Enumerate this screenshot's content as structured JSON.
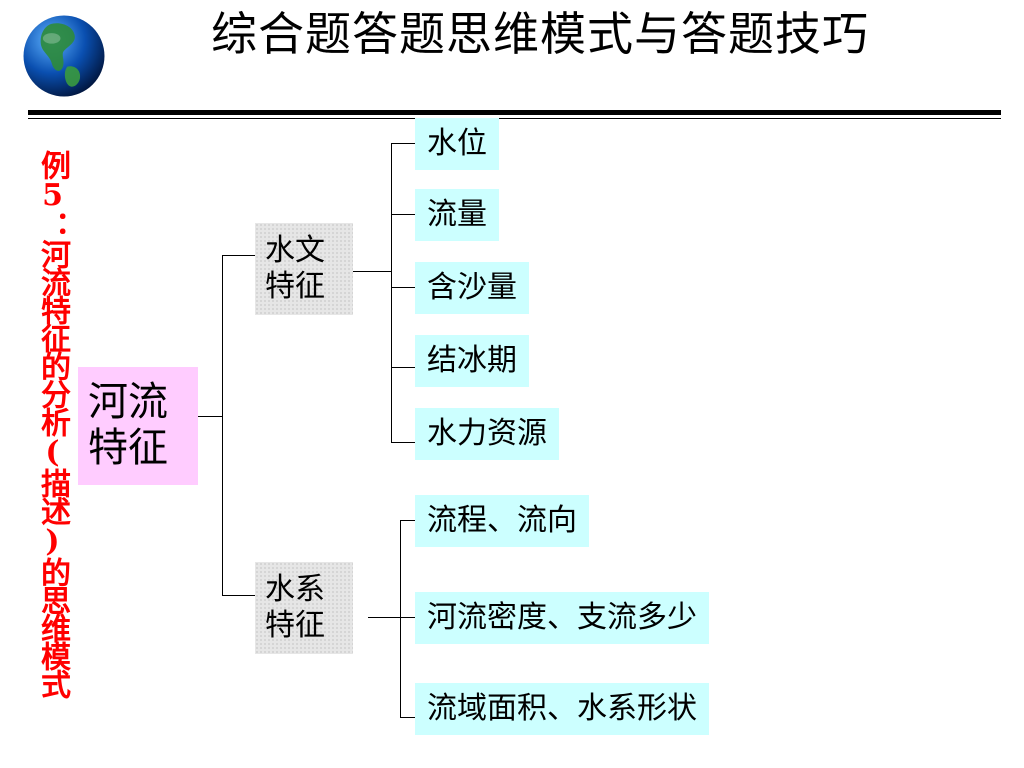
{
  "header": {
    "title": "综合题答题思维模式与答题技巧"
  },
  "sidebar": {
    "vertical_title": "例5：河流特征的分析(描述)的思维模式"
  },
  "diagram": {
    "root": "河流\n特征",
    "branch1": {
      "label": "水文\n特征",
      "items": [
        "水位",
        "流量",
        "含沙量",
        "结冰期",
        "水力资源"
      ]
    },
    "branch2": {
      "label": "水系\n特征",
      "items": [
        "流程、流向",
        "河流密度、支流多少",
        "流域面积、水系形状"
      ]
    }
  },
  "colors": {
    "root_fill": "#ffccff",
    "branch_fill": "#e6e6e6",
    "leaf_fill": "#ccffff",
    "vertical_title": "#ff0000"
  }
}
